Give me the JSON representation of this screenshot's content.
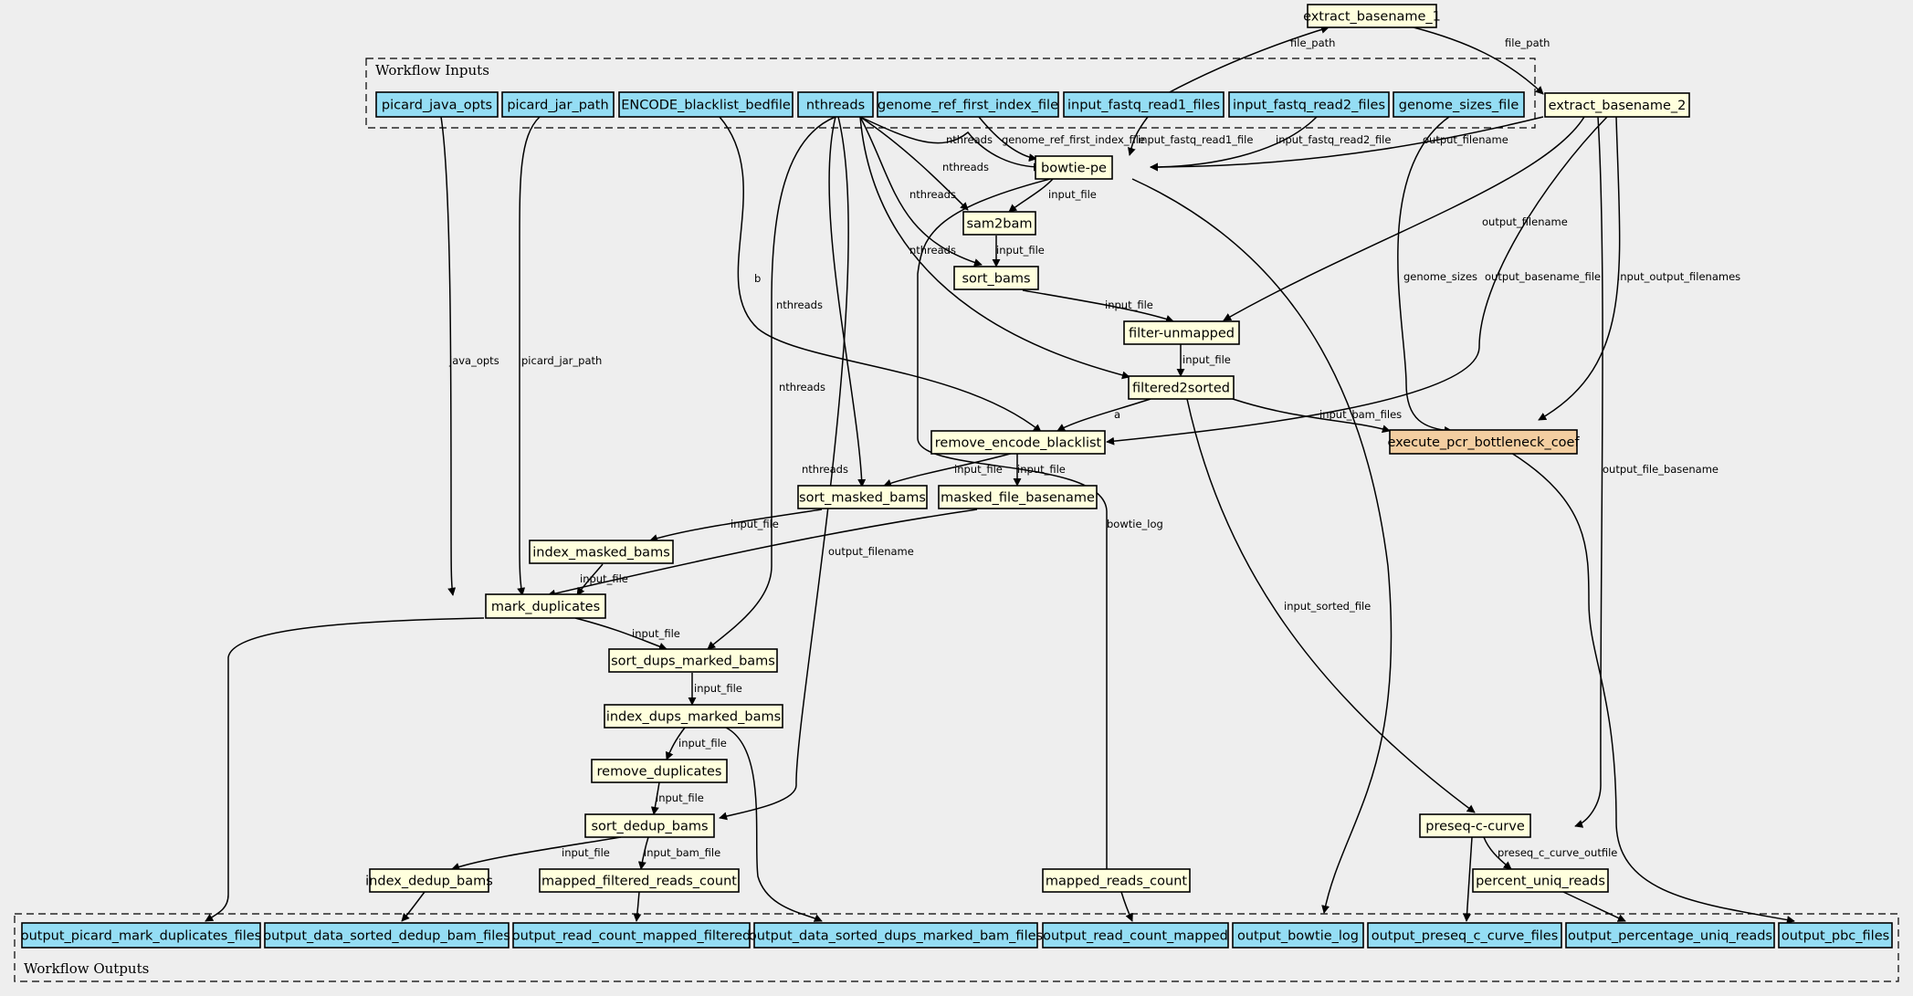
{
  "clusters": {
    "inputs_label": "Workflow Inputs",
    "outputs_label": "Workflow Outputs"
  },
  "colors": {
    "io": "#94ddf4",
    "step": "#ffffdd",
    "highlight": "#f3cea1",
    "background": "#eeeeee"
  },
  "nodes": {
    "extract_basename_1": "extract_basename_1",
    "extract_basename_2": "extract_basename_2",
    "picard_java_opts": "picard_java_opts",
    "picard_jar_path": "picard_jar_path",
    "encode_blacklist_bedfile": "ENCODE_blacklist_bedfile",
    "nthreads": "nthreads",
    "genome_ref_first_index_file": "genome_ref_first_index_file",
    "input_fastq_read1_files": "input_fastq_read1_files",
    "input_fastq_read2_files": "input_fastq_read2_files",
    "genome_sizes_file": "genome_sizes_file",
    "bowtie_pe": "bowtie-pe",
    "sam2bam": "sam2bam",
    "sort_bams": "sort_bams",
    "filter_unmapped": "filter-unmapped",
    "filtered2sorted": "filtered2sorted",
    "remove_encode_blacklist": "remove_encode_blacklist",
    "execute_pcr_bottleneck_coef": "execute_pcr_bottleneck_coef",
    "sort_masked_bams": "sort_masked_bams",
    "masked_file_basename": "masked_file_basename",
    "index_masked_bams": "index_masked_bams",
    "mark_duplicates": "mark_duplicates",
    "sort_dups_marked_bams": "sort_dups_marked_bams",
    "index_dups_marked_bams": "index_dups_marked_bams",
    "remove_duplicates": "remove_duplicates",
    "sort_dedup_bams": "sort_dedup_bams",
    "index_dedup_bams": "index_dedup_bams",
    "mapped_filtered_reads_count": "mapped_filtered_reads_count",
    "mapped_reads_count": "mapped_reads_count",
    "preseq_c_curve": "preseq-c-curve",
    "percent_uniq_reads": "percent_uniq_reads",
    "output_picard_mark_duplicates_files": "output_picard_mark_duplicates_files",
    "output_data_sorted_dedup_bam_files": "output_data_sorted_dedup_bam_files",
    "output_read_count_mapped_filtered": "output_read_count_mapped_filtered",
    "output_data_sorted_dups_marked_bam_files": "output_data_sorted_dups_marked_bam_files",
    "output_read_count_mapped": "output_read_count_mapped",
    "output_bowtie_log": "output_bowtie_log",
    "output_preseq_c_curve_files": "output_preseq_c_curve_files",
    "output_percentage_uniq_reads": "output_percentage_uniq_reads",
    "output_pbc_files": "output_pbc_files"
  },
  "edge_labels": {
    "file_path": "file_path",
    "java_opts": "java_opts",
    "picard_jar_path": "picard_jar_path",
    "b": "b",
    "a": "a",
    "nthreads": "nthreads",
    "genome_ref_first_index_file": "genome_ref_first_index_file",
    "input_fastq_read1_file": "input_fastq_read1_file",
    "input_fastq_read2_file": "input_fastq_read2_file",
    "output_filename": "output_filename",
    "input_file": "input_file",
    "genome_sizes": "genome_sizes",
    "output_basename_file": "output_basename_file",
    "input_output_filenames": "input_output_filenames",
    "input_bam_files": "input_bam_files",
    "output_file_basename": "output_file_basename",
    "bowtie_log": "bowtie_log",
    "input_sorted_file": "input_sorted_file",
    "input_bam_file": "input_bam_file",
    "preseq_c_curve_outfile": "preseq_c_curve_outfile"
  }
}
